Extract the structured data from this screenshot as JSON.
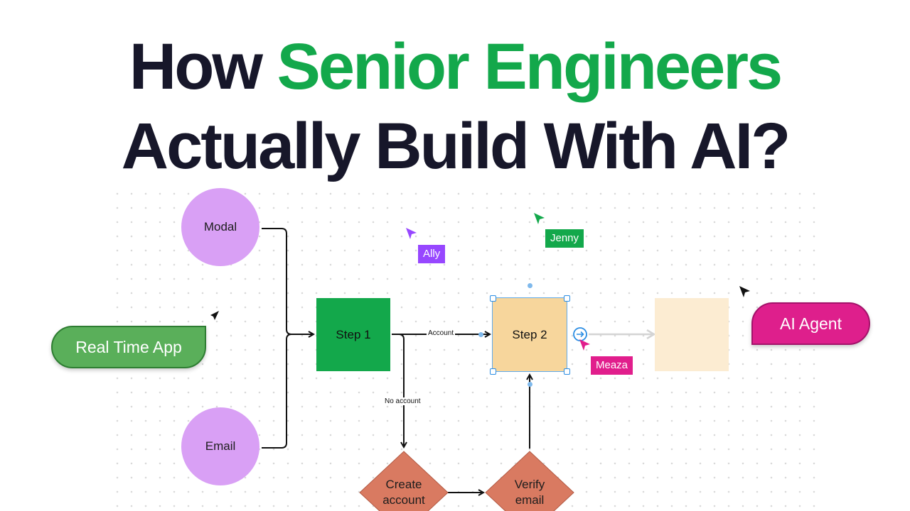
{
  "headline": {
    "line1_prefix": "How",
    "line1_highlight": "Senior Engineers",
    "line2": "Actually Build With AI?"
  },
  "flow": {
    "modal_node": "Modal",
    "email_node": "Email",
    "step1": "Step 1",
    "step2": "Step 2",
    "edge_account": "Account",
    "edge_no_account": "No account",
    "create_account_line1": "Create",
    "create_account_line2": "account",
    "verify_email_line1": "Verify",
    "verify_email_line2": "email"
  },
  "badges": {
    "real_time_app": "Real Time App",
    "ai_agent": "AI Agent"
  },
  "collaborators": [
    {
      "name": "Ally",
      "color": "#9747ff"
    },
    {
      "name": "Jenny",
      "color": "#13a84b"
    },
    {
      "name": "Meaza",
      "color": "#e11e8c"
    }
  ],
  "colors": {
    "headline": "#17172a",
    "highlight": "#13a84b",
    "node_circle": "#d9a0f5",
    "step1": "#13a84b",
    "step2": "#f7d69c",
    "diamond": "#d97a61",
    "selection": "#2b8de3"
  }
}
